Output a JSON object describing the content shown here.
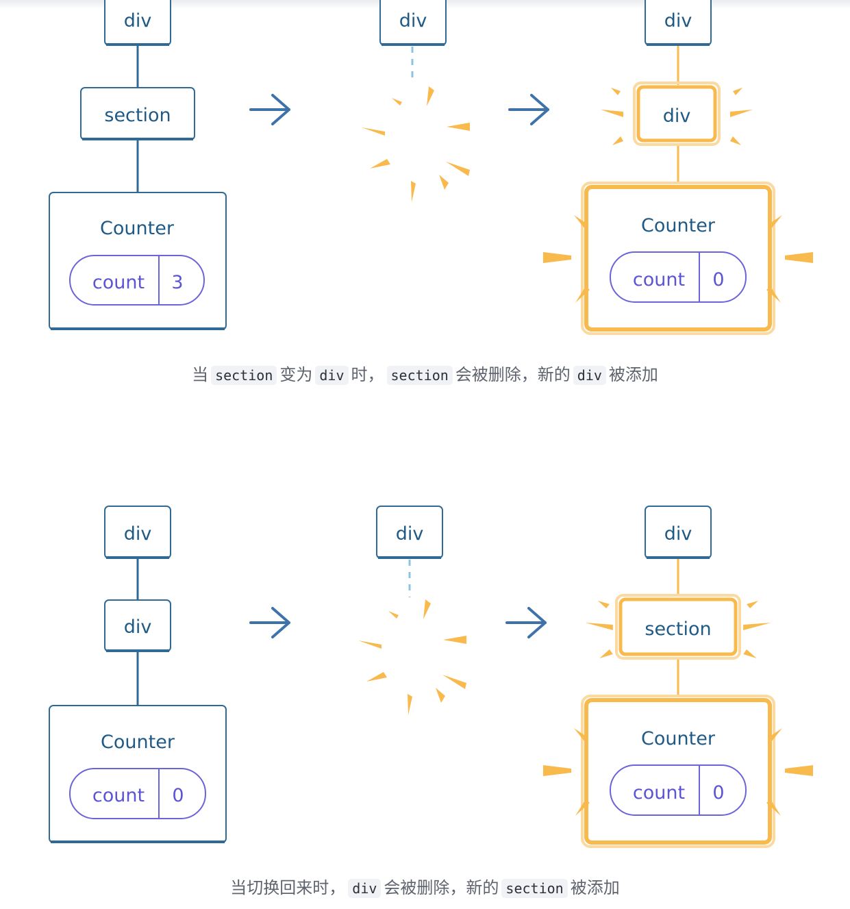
{
  "diagram1": {
    "before": {
      "root": "div",
      "middle": "section",
      "component": {
        "title": "Counter",
        "state_label": "count",
        "state_value": "3"
      }
    },
    "removed": {
      "root": "div"
    },
    "after": {
      "root": "div",
      "middle": "div",
      "component": {
        "title": "Counter",
        "state_label": "count",
        "state_value": "0"
      }
    },
    "caption": {
      "t1": "当",
      "c1": "section",
      "t2": "变为",
      "c2": "div",
      "t3": "时，",
      "c3": "section",
      "t4": "会被删除，新的",
      "c4": "div",
      "t5": "被添加"
    }
  },
  "diagram2": {
    "before": {
      "root": "div",
      "middle": "div",
      "component": {
        "title": "Counter",
        "state_label": "count",
        "state_value": "0"
      }
    },
    "removed": {
      "root": "div"
    },
    "after": {
      "root": "div",
      "middle": "section",
      "component": {
        "title": "Counter",
        "state_label": "count",
        "state_value": "0"
      }
    },
    "caption": {
      "t1": "当切换回来时，",
      "c1": "div",
      "t2": "会被删除，新的",
      "c2": "section",
      "t3": "被添加"
    }
  },
  "colors": {
    "node_border": "#2f6a96",
    "node_text": "#1f5a86",
    "state_border": "#6b63d9",
    "highlight": "#f8b94d",
    "dashed_line": "#8cc3e0",
    "arrow": "#3f72a8",
    "caption_text": "#5e636d"
  }
}
